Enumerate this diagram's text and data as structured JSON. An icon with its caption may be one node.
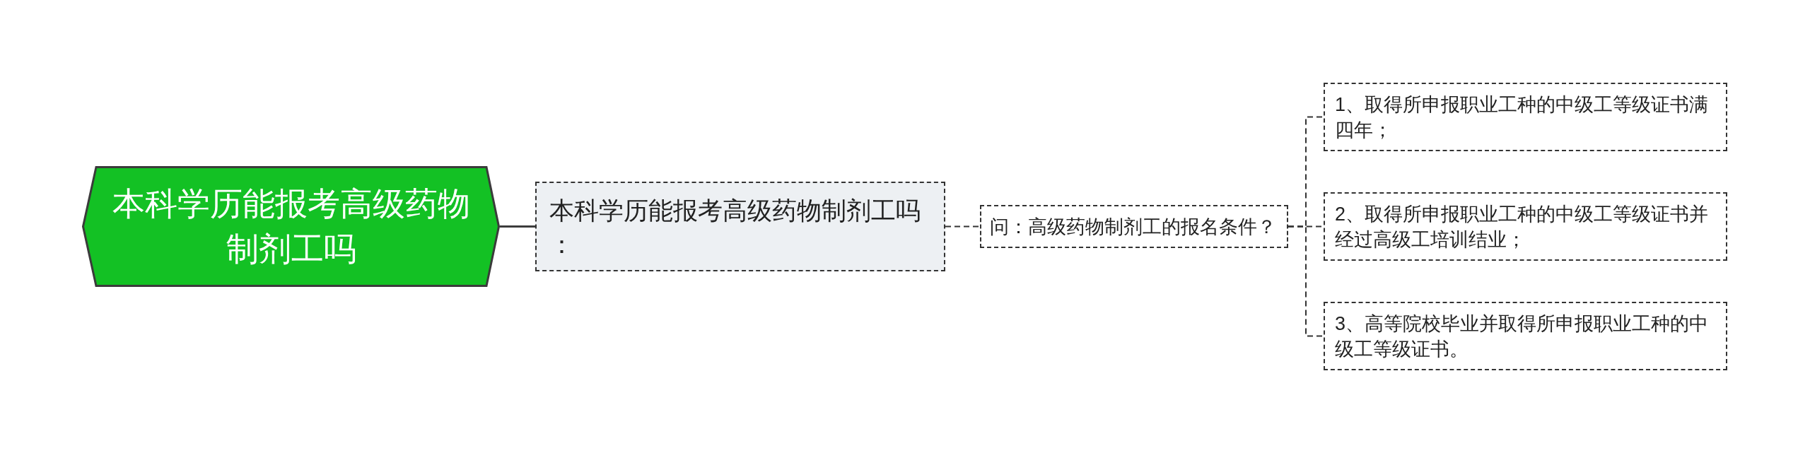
{
  "diagram": {
    "nodes": [
      {
        "text": [
          "本科学历能报考高级药物制剂工吗"
        ]
      },
      {
        "text": [
          "本科学历能报考高级药物制剂工吗："
        ]
      },
      {
        "text": [
          "问：高级药物制剂工的报名条件？"
        ]
      },
      {
        "text": [
          "1、取得所申报职业工种的中级工等级证书满四年；"
        ]
      },
      {
        "text": [
          "2、取得所申报职业工种的中级工等级证书并经过高级工培训结业；"
        ]
      },
      {
        "text": [
          "3、高等院校毕业并取得所申报职业工种的中级工等级证书。"
        ]
      }
    ],
    "edges": [
      {
        "from": 0,
        "to": 1,
        "arrow": "none"
      },
      {
        "from": 1,
        "to": 2,
        "arrow": "none",
        "style": "dashed"
      },
      {
        "from": 2,
        "to": 3,
        "arrow": "none",
        "style": "dashed"
      },
      {
        "from": 2,
        "to": 4,
        "arrow": "none",
        "style": "dashed"
      },
      {
        "from": 2,
        "to": 5,
        "arrow": "none",
        "style": "dashed"
      }
    ]
  }
}
